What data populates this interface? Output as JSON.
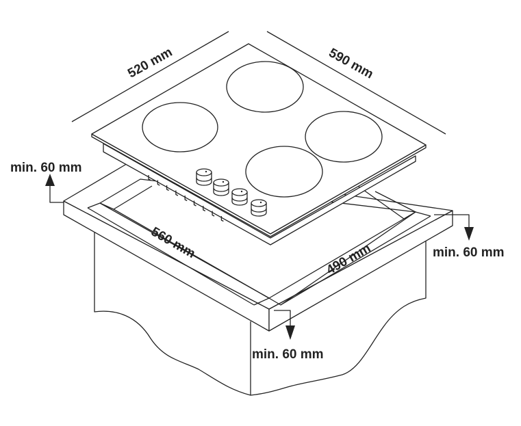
{
  "dimensions": {
    "hob_depth": "520 mm",
    "hob_width": "590 mm",
    "cutout_width": "560 mm",
    "cutout_depth": "490 mm"
  },
  "clearances": {
    "rear": "min. 60 mm",
    "side": "min. 60 mm",
    "front": "min. 60 mm"
  },
  "hob": {
    "burner_count": 4,
    "knob_count": 4
  }
}
